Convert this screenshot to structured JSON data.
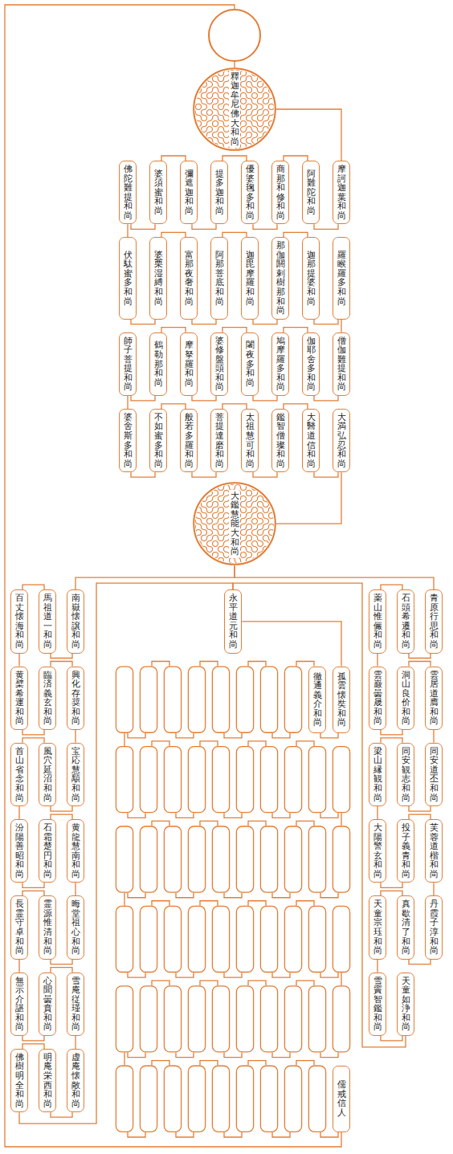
{
  "diagram": {
    "nodes": [
      {
        "text": [
          "釋迦牟尼佛大和尚"
        ]
      },
      {
        "text": [
          "摩訶迦葉和尚"
        ]
      },
      {
        "text": [
          "阿難陀和尚"
        ]
      },
      {
        "text": [
          "商那和修和尚"
        ]
      },
      {
        "text": [
          "優婆毱多和尚"
        ]
      },
      {
        "text": [
          "提多迦和尚"
        ]
      },
      {
        "text": [
          "彌遮迦和尚"
        ]
      },
      {
        "text": [
          "婆須蜜和尚"
        ]
      },
      {
        "text": [
          "佛陀難提和尚"
        ]
      },
      {
        "text": [
          "伏駄蜜多和尚"
        ]
      },
      {
        "text": [
          "婆栗湿縛和尚"
        ]
      },
      {
        "text": [
          "富那夜奢和尚"
        ]
      },
      {
        "text": [
          "阿那菩底和尚"
        ]
      },
      {
        "text": [
          "迦毘摩羅和尚"
        ]
      },
      {
        "text": [
          "那伽閼剌樹那和尚"
        ]
      },
      {
        "text": [
          "迦那提婆和尚"
        ]
      },
      {
        "text": [
          "羅睺羅多和尚"
        ]
      },
      {
        "text": [
          "僧伽難提和尚"
        ]
      },
      {
        "text": [
          "伽耶舍多和尚"
        ]
      },
      {
        "text": [
          "鳩摩羅多和尚"
        ]
      },
      {
        "text": [
          "闍夜多和尚"
        ]
      },
      {
        "text": [
          "婆修盤頭和尚"
        ]
      },
      {
        "text": [
          "摩拏羅和尚"
        ]
      },
      {
        "text": [
          "鶴勒那和尚"
        ]
      },
      {
        "text": [
          "師子菩提和尚"
        ]
      },
      {
        "text": [
          "婆舍斯多和尚"
        ]
      },
      {
        "text": [
          "不如蜜多和尚"
        ]
      },
      {
        "text": [
          "般若多羅和尚"
        ]
      },
      {
        "text": [
          "菩提達磨和尚"
        ]
      },
      {
        "text": [
          "太祖慧可和尚"
        ]
      },
      {
        "text": [
          "鑑智僧璨和尚"
        ]
      },
      {
        "text": [
          "大醫道信和尚"
        ]
      },
      {
        "text": [
          "大満弘忍和尚"
        ]
      },
      {
        "text": [
          "大鑑慧能大和尚"
        ]
      },
      {
        "text": [
          "青原行思和尚"
        ]
      },
      {
        "text": [
          "石頭希遷和尚"
        ]
      },
      {
        "text": [
          "薬山惟儼和尚"
        ]
      },
      {
        "text": [
          "雲巌曇晟和尚"
        ]
      },
      {
        "text": [
          "洞山良价和尚"
        ]
      },
      {
        "text": [
          "雲居道膺和尚"
        ]
      },
      {
        "text": [
          "同安道丕和尚"
        ]
      },
      {
        "text": [
          "同安観志和尚"
        ]
      },
      {
        "text": [
          "梁山縁観和尚"
        ]
      },
      {
        "text": [
          "大陽警玄和尚"
        ]
      },
      {
        "text": [
          "投子義青和尚"
        ]
      },
      {
        "text": [
          "芙蓉道楷和尚"
        ]
      },
      {
        "text": [
          "丹霞子淳和尚"
        ]
      },
      {
        "text": [
          "真歇清了和尚"
        ]
      },
      {
        "text": [
          "天童宗珏和尚"
        ]
      },
      {
        "text": [
          "雪竇智鑑和尚"
        ]
      },
      {
        "text": [
          "天童如浄和尚"
        ]
      },
      {
        "text": [
          "南嶽懐譲和尚"
        ]
      },
      {
        "text": [
          "馬祖道一和尚"
        ]
      },
      {
        "text": [
          "百丈懐海和尚"
        ]
      },
      {
        "text": [
          "黄檗希運和尚"
        ]
      },
      {
        "text": [
          "臨済義玄和尚"
        ]
      },
      {
        "text": [
          "興化存奨和尚"
        ]
      },
      {
        "text": [
          "宝応慧顒和尚"
        ]
      },
      {
        "text": [
          "風穴延沼和尚"
        ]
      },
      {
        "text": [
          "首山省念和尚"
        ]
      },
      {
        "text": [
          "汾陽善昭和尚"
        ]
      },
      {
        "text": [
          "石霜楚円和尚"
        ]
      },
      {
        "text": [
          "黄龍慧南和尚"
        ]
      },
      {
        "text": [
          "晦堂祖心和尚"
        ]
      },
      {
        "text": [
          "霊源惟清和尚"
        ]
      },
      {
        "text": [
          "長霊守卓和尚"
        ]
      },
      {
        "text": [
          "無示介諶和尚"
        ]
      },
      {
        "text": [
          "心聞曇賁和尚"
        ]
      },
      {
        "text": [
          "雪庵従瑾和尚"
        ]
      },
      {
        "text": [
          "虚庵懐敞和尚"
        ]
      },
      {
        "text": [
          "明庵栄西和尚"
        ]
      },
      {
        "text": [
          "佛樹明全和尚"
        ]
      },
      {
        "text": [
          "永平道元和尚"
        ]
      },
      {
        "text": [
          "孤雲懐奘和尚"
        ]
      },
      {
        "text": [
          "徹通義介和尚"
        ]
      },
      {
        "text": [
          "儒戒信人"
        ]
      }
    ],
    "edges": [
      {
        "from": 0,
        "to": 1,
        "arrow": "none"
      },
      {
        "from": 1,
        "to": 2,
        "arrow": "none"
      },
      {
        "from": 2,
        "to": 3,
        "arrow": "none"
      },
      {
        "from": 3,
        "to": 4,
        "arrow": "none"
      },
      {
        "from": 4,
        "to": 5,
        "arrow": "none"
      },
      {
        "from": 5,
        "to": 6,
        "arrow": "none"
      },
      {
        "from": 6,
        "to": 7,
        "arrow": "none"
      },
      {
        "from": 7,
        "to": 8,
        "arrow": "none"
      },
      {
        "from": 8,
        "to": 9,
        "arrow": "none"
      },
      {
        "from": 9,
        "to": 10,
        "arrow": "none"
      },
      {
        "from": 10,
        "to": 11,
        "arrow": "none"
      },
      {
        "from": 11,
        "to": 12,
        "arrow": "none"
      },
      {
        "from": 12,
        "to": 13,
        "arrow": "none"
      },
      {
        "from": 13,
        "to": 14,
        "arrow": "none"
      },
      {
        "from": 14,
        "to": 15,
        "arrow": "none"
      },
      {
        "from": 15,
        "to": 16,
        "arrow": "none"
      },
      {
        "from": 16,
        "to": 17,
        "arrow": "none"
      },
      {
        "from": 17,
        "to": 18,
        "arrow": "none"
      },
      {
        "from": 18,
        "to": 19,
        "arrow": "none"
      },
      {
        "from": 19,
        "to": 20,
        "arrow": "none"
      },
      {
        "from": 20,
        "to": 21,
        "arrow": "none"
      },
      {
        "from": 21,
        "to": 22,
        "arrow": "none"
      },
      {
        "from": 22,
        "to": 23,
        "arrow": "none"
      },
      {
        "from": 23,
        "to": 24,
        "arrow": "none"
      },
      {
        "from": 24,
        "to": 25,
        "arrow": "none"
      },
      {
        "from": 25,
        "to": 26,
        "arrow": "none"
      },
      {
        "from": 26,
        "to": 27,
        "arrow": "none"
      },
      {
        "from": 27,
        "to": 28,
        "arrow": "none"
      },
      {
        "from": 28,
        "to": 29,
        "arrow": "none"
      },
      {
        "from": 29,
        "to": 30,
        "arrow": "none"
      },
      {
        "from": 30,
        "to": 31,
        "arrow": "none"
      },
      {
        "from": 31,
        "to": 32,
        "arrow": "none"
      },
      {
        "from": 32,
        "to": 33,
        "arrow": "none"
      },
      {
        "from": 33,
        "to": 34,
        "arrow": "none"
      },
      {
        "from": 34,
        "to": 35,
        "arrow": "none"
      },
      {
        "from": 35,
        "to": 36,
        "arrow": "none"
      },
      {
        "from": 36,
        "to": 37,
        "arrow": "none"
      },
      {
        "from": 37,
        "to": 38,
        "arrow": "none"
      },
      {
        "from": 38,
        "to": 39,
        "arrow": "none"
      },
      {
        "from": 39,
        "to": 40,
        "arrow": "none"
      },
      {
        "from": 40,
        "to": 41,
        "arrow": "none"
      },
      {
        "from": 41,
        "to": 42,
        "arrow": "none"
      },
      {
        "from": 42,
        "to": 43,
        "arrow": "none"
      },
      {
        "from": 43,
        "to": 44,
        "arrow": "none"
      },
      {
        "from": 44,
        "to": 45,
        "arrow": "none"
      },
      {
        "from": 45,
        "to": 46,
        "arrow": "none"
      },
      {
        "from": 46,
        "to": 47,
        "arrow": "none"
      },
      {
        "from": 47,
        "to": 48,
        "arrow": "none"
      },
      {
        "from": 48,
        "to": 49,
        "arrow": "none"
      },
      {
        "from": 49,
        "to": 50,
        "arrow": "none"
      },
      {
        "from": 33,
        "to": 51,
        "arrow": "none"
      },
      {
        "from": 51,
        "to": 52,
        "arrow": "none"
      },
      {
        "from": 52,
        "to": 53,
        "arrow": "none"
      },
      {
        "from": 53,
        "to": 54,
        "arrow": "none"
      },
      {
        "from": 54,
        "to": 55,
        "arrow": "none"
      },
      {
        "from": 55,
        "to": 56,
        "arrow": "none"
      },
      {
        "from": 56,
        "to": 57,
        "arrow": "none"
      },
      {
        "from": 57,
        "to": 58,
        "arrow": "none"
      },
      {
        "from": 58,
        "to": 59,
        "arrow": "none"
      },
      {
        "from": 59,
        "to": 60,
        "arrow": "none"
      },
      {
        "from": 60,
        "to": 61,
        "arrow": "none"
      },
      {
        "from": 61,
        "to": 62,
        "arrow": "none"
      },
      {
        "from": 62,
        "to": 63,
        "arrow": "none"
      },
      {
        "from": 63,
        "to": 64,
        "arrow": "none"
      },
      {
        "from": 64,
        "to": 65,
        "arrow": "none"
      },
      {
        "from": 65,
        "to": 66,
        "arrow": "none"
      },
      {
        "from": 66,
        "to": 67,
        "arrow": "none"
      },
      {
        "from": 67,
        "to": 68,
        "arrow": "none"
      },
      {
        "from": 68,
        "to": 69,
        "arrow": "none"
      },
      {
        "from": 69,
        "to": 70,
        "arrow": "none"
      },
      {
        "from": 70,
        "to": 71,
        "arrow": "none"
      },
      {
        "from": 50,
        "to": 72,
        "arrow": "none"
      },
      {
        "from": 71,
        "to": 72,
        "arrow": "none"
      },
      {
        "from": 72,
        "to": 73,
        "arrow": "none"
      },
      {
        "from": 73,
        "to": 74,
        "arrow": "none"
      },
      {
        "from": 74,
        "to": 75,
        "arrow": "none"
      }
    ]
  }
}
